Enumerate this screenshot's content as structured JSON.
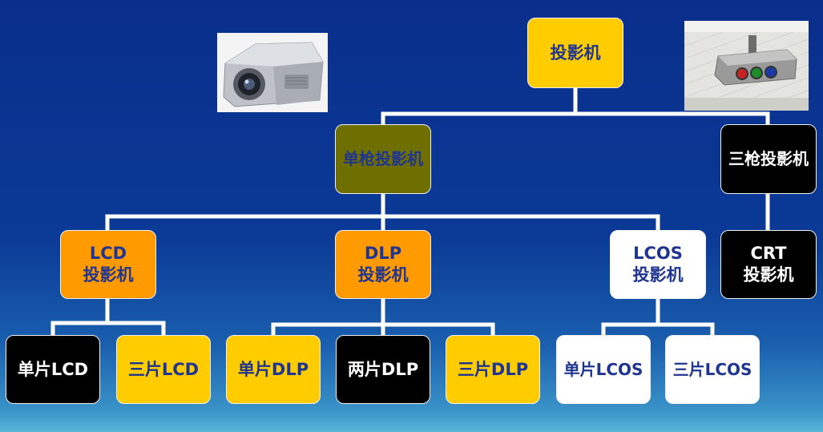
{
  "diagram": {
    "root": {
      "line1": "投影机"
    },
    "single_gun": {
      "line1": "单枪投影机"
    },
    "three_gun": {
      "line1": "三枪投影机"
    },
    "lcd": {
      "line1": "LCD",
      "line2": "投影机"
    },
    "dlp": {
      "line1": "DLP",
      "line2": "投影机"
    },
    "lcos": {
      "line1": "LCOS",
      "line2": "投影机"
    },
    "crt": {
      "line1": "CRT",
      "line2": "投影机"
    },
    "single_lcd": {
      "line1": "单片LCD"
    },
    "three_lcd": {
      "line1": "三片LCD"
    },
    "single_dlp": {
      "line1": "单片DLP"
    },
    "two_dlp": {
      "line1": "两片DLP"
    },
    "three_dlp": {
      "line1": "三片DLP"
    },
    "single_lcos": {
      "line1": "单片LCOS"
    },
    "three_lcos": {
      "line1": "三片LCOS"
    }
  },
  "colors": {
    "yellow": "#ffcc00",
    "olive": "#6f6f00",
    "orange": "#ff9a00",
    "white": "#ffffff",
    "black": "#000000",
    "text_blue": "#1f3590",
    "connector": "#ffffff"
  },
  "images": {
    "projector_photo": "desktop-projector",
    "ceiling_projector_photo": "ceiling-crt-projector"
  }
}
